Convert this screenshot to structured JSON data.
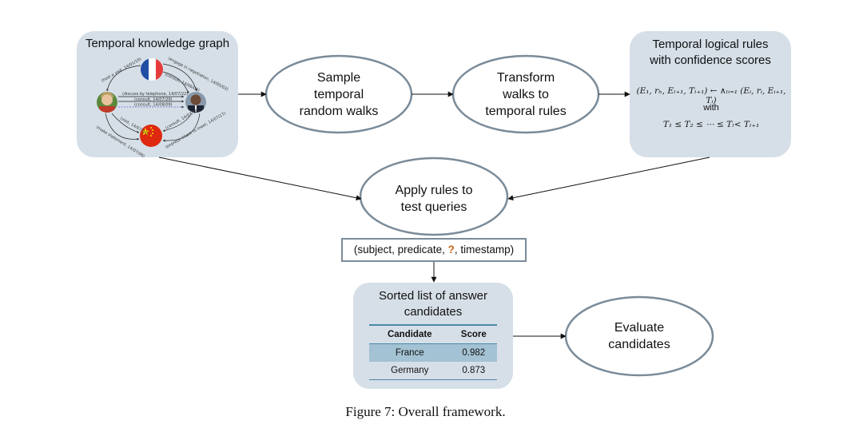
{
  "kg_box": {
    "title": "Temporal knowledge graph",
    "edge_labels": {
      "france_merkel": "(host a visit, 14/01/19)",
      "france_obama_1": "(engage in negotiation, 14/05/03)",
      "france_obama_2": "(consult, 14/06/05)",
      "merkel_obama_1": "(discuss by telephone, 14/07/22)",
      "merkel_obama_2": "(consult, 14/07/29)",
      "merkel_obama_3": "(consult, 14/08/09)",
      "merkel_china_1": "(visit, 14/07/04)",
      "merkel_china_2": "(make statement, 14/07/08)",
      "obama_china_1": "(consult, 14/07/16)",
      "obama_china_2": "(express intent to meet, 14/07/17)"
    }
  },
  "sample_node": {
    "line1": "Sample",
    "line2": "temporal",
    "line3": "random walks"
  },
  "transform_node": {
    "line1": "Transform",
    "line2": "walks to",
    "line3": "temporal rules"
  },
  "rules_box": {
    "title1": "Temporal logical rules",
    "title2": "with confidence scores",
    "formula": "(E₁, rₕ, Eₗ₊₁, Tₗ₊₁) ← ∧ₗᵢ₌₁ (Eᵢ, rᵢ, Eᵢ₊₁, Tᵢ)",
    "with": "with",
    "constraint": "T₁ ≤ T₂ ≤ ⋯ ≤ Tₗ< Tₗ₊₁"
  },
  "apply_node": {
    "line1": "Apply rules to",
    "line2": "test queries"
  },
  "query": {
    "prefix": "(subject, predicate, ",
    "mark": "?",
    "suffix": ", timestamp)"
  },
  "results_box": {
    "title1": "Sorted list of answer",
    "title2": "candidates",
    "headers": [
      "Candidate",
      "Score"
    ],
    "rows": [
      {
        "candidate": "France",
        "score": "0.982"
      },
      {
        "candidate": "Germany",
        "score": "0.873"
      }
    ]
  },
  "evaluate_node": {
    "line1": "Evaluate",
    "line2": "candidates"
  },
  "caption": "Figure 7: Overall framework.",
  "colors": {
    "box_fill": "#d6dfe8",
    "ellipse_stroke": "#7a8b99",
    "table_rule": "#4a88a8",
    "highlight_row": "#a3c2d3",
    "question_mark": "#c86418"
  }
}
